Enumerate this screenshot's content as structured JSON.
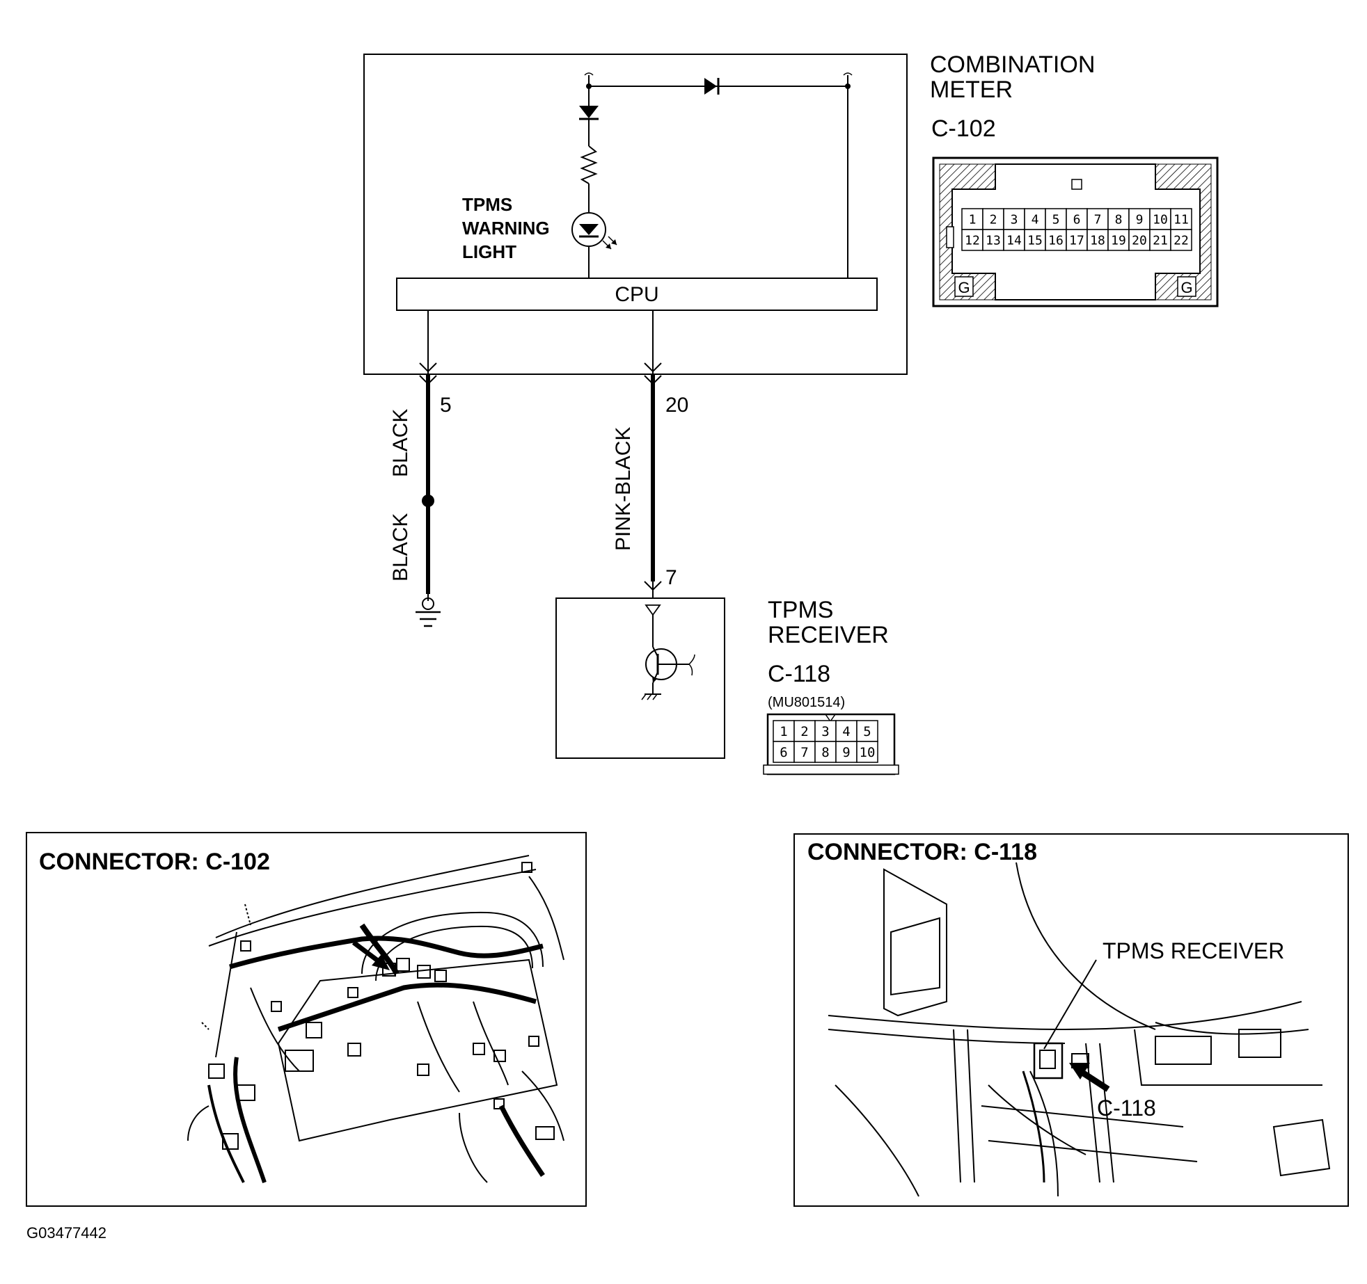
{
  "meter": {
    "title_line1": "COMBINATION",
    "title_line2": "METER",
    "connector_id": "C-102",
    "warning_line1": "TPMS",
    "warning_line2": "WARNING",
    "warning_line3": "LIGHT",
    "cpu_label": "CPU",
    "pins_row1": [
      "1",
      "2",
      "3",
      "4",
      "5",
      "6",
      "7",
      "8",
      "9",
      "10",
      "11"
    ],
    "pins_row2": [
      "12",
      "13",
      "14",
      "15",
      "16",
      "17",
      "18",
      "19",
      "20",
      "21",
      "22"
    ],
    "ground_mark": "G"
  },
  "wires": {
    "pin_a": "5",
    "pin_b": "20",
    "pin_c": "7",
    "color_a_upper": "BLACK",
    "color_a_lower": "BLACK",
    "color_b": "PINK-BLACK"
  },
  "receiver": {
    "title_line1": "TPMS",
    "title_line2": "RECEIVER",
    "connector_id": "C-118",
    "part_number": "(MU801514)",
    "pins_row1": [
      "1",
      "2",
      "3",
      "4",
      "5"
    ],
    "pins_row2": [
      "6",
      "7",
      "8",
      "9",
      "10"
    ]
  },
  "panel_left": {
    "title": "CONNECTOR: C-102"
  },
  "panel_right": {
    "title": "CONNECTOR: C-118",
    "callout": "TPMS RECEIVER",
    "connector_label": "C-118"
  },
  "figure_id": "G03477442"
}
